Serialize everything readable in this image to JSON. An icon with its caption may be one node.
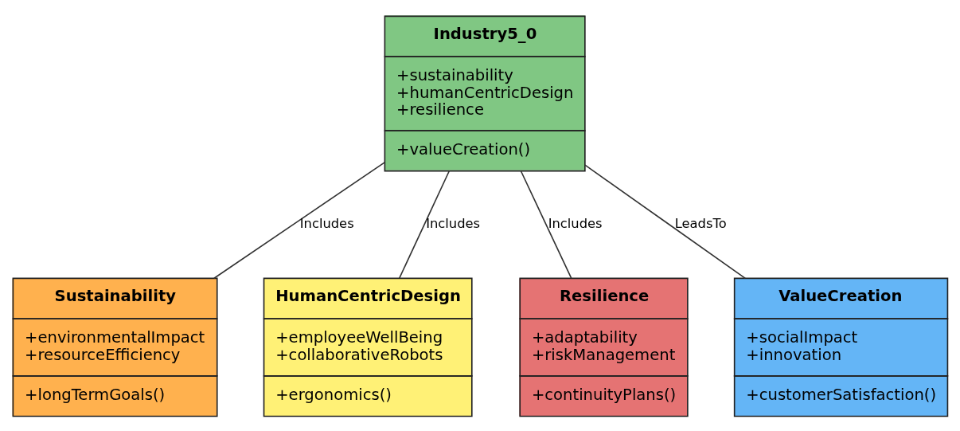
{
  "diagram": {
    "nodes": [
      {
        "text": [
          "Industry5_0",
          "+sustainability +humanCentricDesign +resilience",
          "+valueCreation()"
        ]
      },
      {
        "text": [
          "Sustainability",
          "+environmentalImpact +resourceEfficiency",
          "+longTermGoals()"
        ]
      },
      {
        "text": [
          "HumanCentricDesign",
          "+employeeWellBeing +collaborativeRobots",
          "+ergonomics()"
        ]
      },
      {
        "text": [
          "Resilience",
          "+adaptability +riskManagement",
          "+continuityPlans()"
        ]
      },
      {
        "text": [
          "ValueCreation",
          "+socialImpact +innovation",
          "+customerSatisfaction()"
        ]
      }
    ],
    "edges": [
      {
        "from": 0,
        "to": 1,
        "arrow": "none",
        "label": "Includes"
      },
      {
        "from": 0,
        "to": 2,
        "arrow": "none",
        "label": "Includes"
      },
      {
        "from": 0,
        "to": 3,
        "arrow": "none",
        "label": "Includes"
      },
      {
        "from": 0,
        "to": 4,
        "arrow": "none",
        "label": "LeadsTo"
      }
    ]
  }
}
